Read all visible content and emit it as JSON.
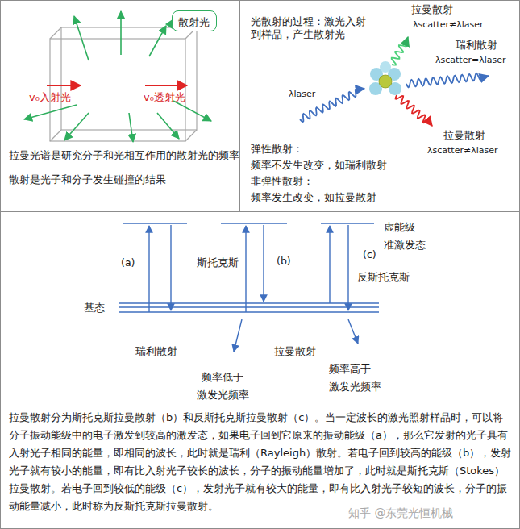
{
  "diagram": {
    "nodes": [
      {
        "text": [
          "拉曼光谱是研究分子和光相互作用的散射光的频率",
          "散射是光子和分子发生碰撞的结果"
        ]
      },
      {
        "text": [
          "散射光"
        ],
        "in": 0
      },
      {
        "text": [
          "光散射的过程：激光入射到样品，产生散射光",
          "弹性散射：",
          "频率不发生改变，如瑞利散射",
          "非弹性散射：",
          "频率发生改变，如拉曼散射"
        ]
      },
      {
        "text": [
          "拉曼散射分为斯托克斯拉曼散射（b）和反斯托克斯拉曼散射（c）。当一定波长的激光照射样品时，可以将分子振动能级中的电子激发到较高的激发态，如果电子回到它原来的振动能级（a），那么它发射的光子具有入射光子相同的能量，即相同的波长，此时就是瑞利（Rayleigh）散射。若电子回到较高的能级（b），发射光子就有较小的能量，即有比入射光子较长的波长，分子的振动能量增加了，此时就是斯托克斯（Stokes）拉曼散射。若电子回到较低的能级（c），发射光子就有较大的能量，即有比入射光子较短的波长，分子的振动能量减小，此时称为反斯托克斯拉曼散射。"
        ]
      }
    ],
    "labels": [
      "v₀入射光",
      "v₀透射光",
      "拉曼散射",
      "λscatter≠λlaser",
      "瑞利散射",
      "λscatter=λlaser",
      "λlaser",
      "拉曼散射",
      "λscatter≠λlaser",
      "虚能级",
      "准激发态",
      "(a)",
      "斯托克斯",
      "(b)",
      "(c)",
      "反斯托克斯",
      "基态",
      "瑞利散射",
      "拉曼散射",
      "频率低于",
      "激发光频率",
      "频率高于",
      "激发光频率",
      "知乎 @东莞光恒机械"
    ]
  }
}
